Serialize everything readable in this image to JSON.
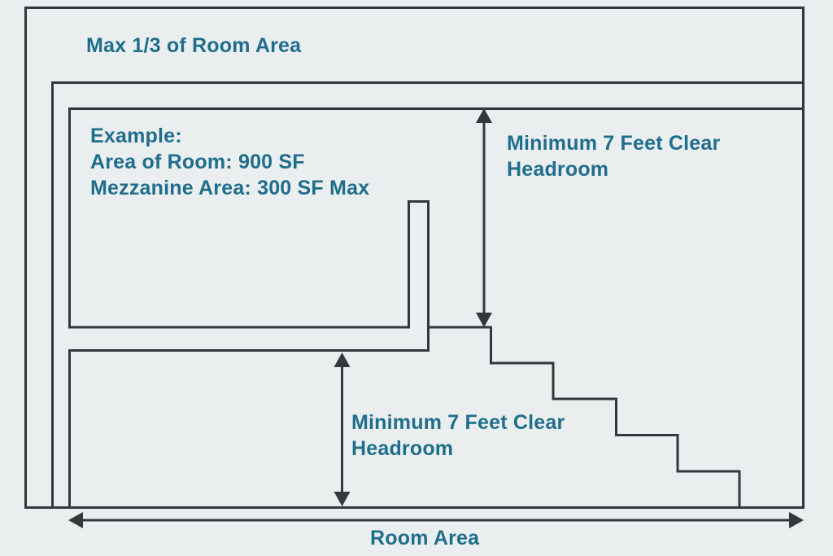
{
  "theme": {
    "background": "#eaeeef",
    "line_color": "#33383b",
    "label_color": "#1f6e8c"
  },
  "labels": {
    "title": "Max 1/3 of Room Area",
    "example_line1": "Example:",
    "example_line2": "Area of Room: 900 SF",
    "example_line3": "Mezzanine Area: 300 SF Max",
    "upper_headroom_line1": "Minimum 7 Feet Clear",
    "upper_headroom_line2": "Headroom",
    "lower_headroom_line1": "Minimum 7 Feet Clear",
    "lower_headroom_line2": "Headroom",
    "room_width": "Room Area"
  }
}
